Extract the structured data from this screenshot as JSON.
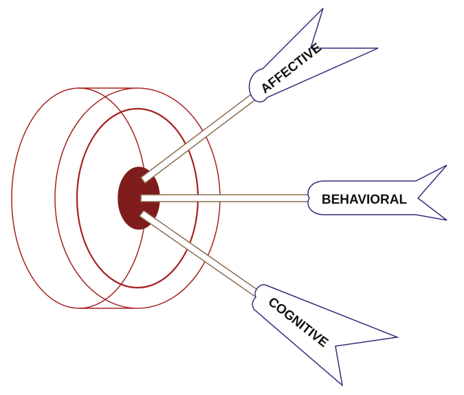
{
  "colors": {
    "target_ring": "#a51e1e",
    "bullseye": "#7f1d1d",
    "shaft_outline": "#8a6a4a",
    "shaft_fill": "#ffffff",
    "fletching": "#2d2d7a",
    "label_text": "#111111"
  },
  "arrows": [
    {
      "label": "AFFECTIVE"
    },
    {
      "label": "BEHAVIORAL"
    },
    {
      "label": "COGNITIVE"
    }
  ]
}
